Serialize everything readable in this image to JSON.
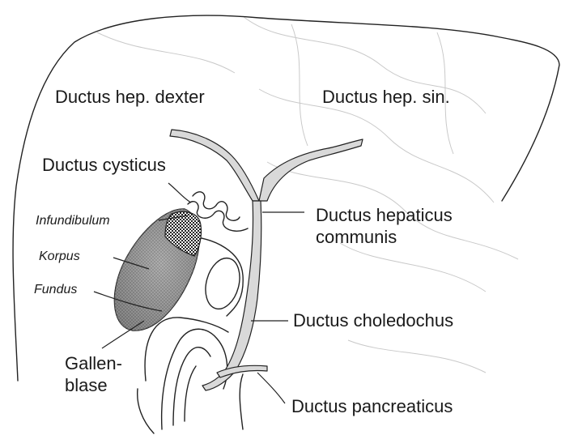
{
  "labels": {
    "hep_dexter": "Ductus hep. dexter",
    "hep_sin": "Ductus hep. sin.",
    "cysticus": "Ductus cysticus",
    "infundibulum": "Infundibulum",
    "korpus": "Korpus",
    "fundus": "Fundus",
    "gallenblase_1": "Gallen-",
    "gallenblase_2": "blase",
    "hepaticus_1": "Ductus hepaticus",
    "hepaticus_2": "communis",
    "choledochus": "Ductus choledochus",
    "pancreaticus": "Ductus pancreaticus"
  },
  "colors": {
    "ink": "#222222",
    "duct_fill": "#d9d9d9",
    "gallbladder_fill": "#6e6e6e",
    "background_lines": "#c9c9c9"
  }
}
